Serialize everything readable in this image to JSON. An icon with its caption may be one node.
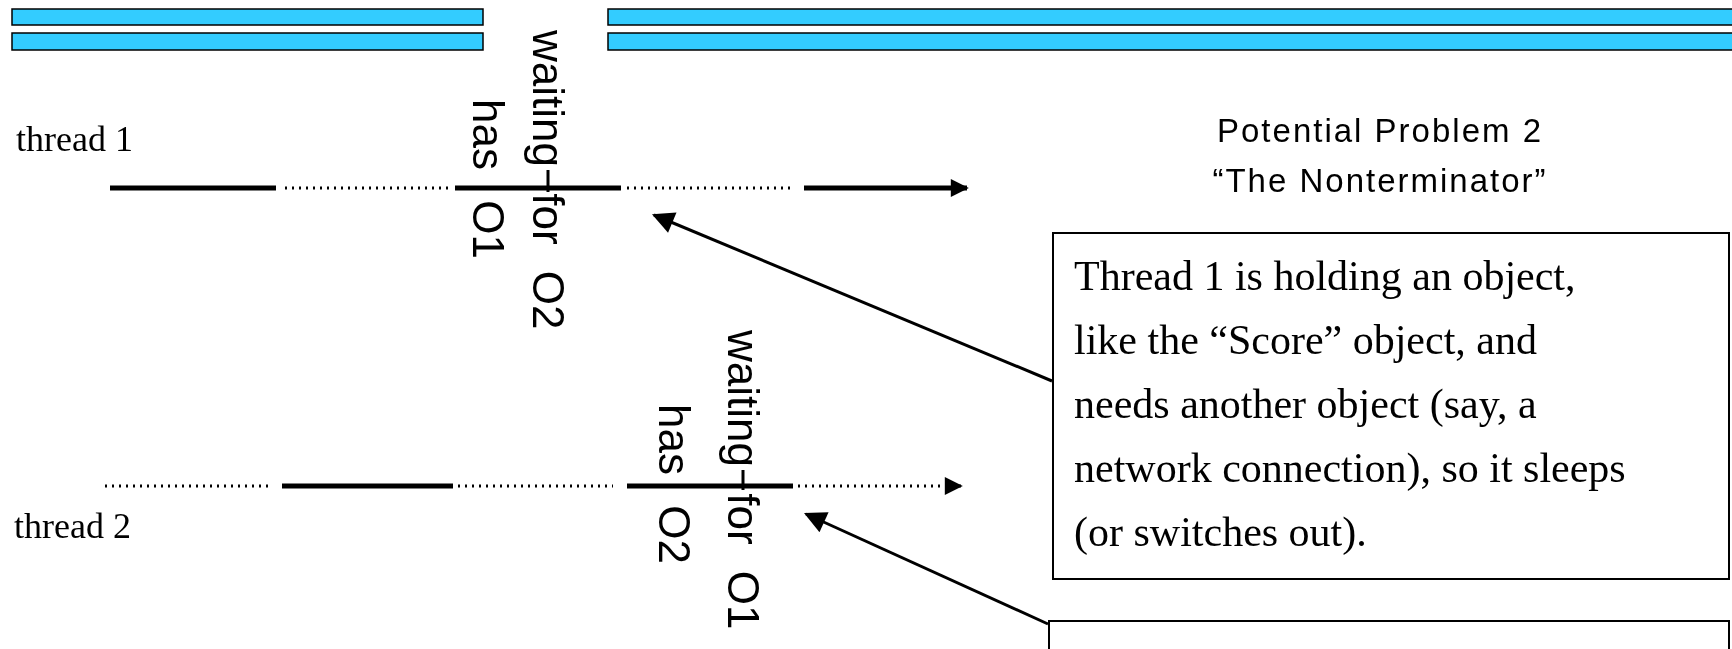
{
  "diagram": {
    "nodes": [
      {
        "text": [
          "Thread 1 is holding an object, like the “Score” object, and needs another object (say, a network connection), so it sleeps (or switches out)."
        ]
      },
      {
        "text": [],
        "shape": "box"
      }
    ],
    "edges": [
      {
        "from": 0,
        "to": null,
        "arrow": "to"
      },
      {
        "from": 1,
        "to": null,
        "arrow": "to"
      }
    ],
    "labels": [
      "thread 1",
      "has O1",
      "waiting for O2",
      "Potential Problem 2",
      "“The Nonterminator”",
      "thread 2",
      "has O2",
      "waiting for O1"
    ]
  }
}
